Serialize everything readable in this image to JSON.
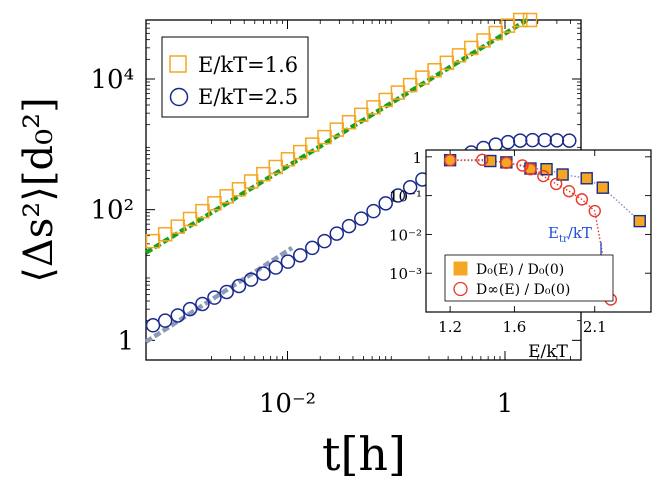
{
  "chart_data": [
    {
      "type": "scatter",
      "xlabel": "t[h]",
      "ylabel": "⟨Δs²⟩[d₀²]",
      "x_scale": "log",
      "y_scale": "log",
      "xlim": [
        0.0005,
        5
      ],
      "ylim": [
        0.5,
        80000
      ],
      "grid": false,
      "legend_position": "top-left",
      "x_ticks": [
        {
          "value": 0.01,
          "label": "10⁻²"
        },
        {
          "value": 1,
          "label": "1"
        }
      ],
      "y_ticks": [
        {
          "value": 1,
          "label": "1"
        },
        {
          "value": 100,
          "label": "10²"
        },
        {
          "value": 10000,
          "label": "10⁴"
        }
      ],
      "series": [
        {
          "name": "E/kT=1.6",
          "marker": "square-open",
          "color": "#f5a623",
          "x": [
            0.00058,
            0.00075,
            0.00098,
            0.00127,
            0.00165,
            0.00213,
            0.00276,
            0.00358,
            0.00463,
            0.006,
            0.0078,
            0.0101,
            0.0131,
            0.0169,
            0.0219,
            0.0284,
            0.0368,
            0.0477,
            0.0618,
            0.08,
            0.1037,
            0.1343,
            0.174,
            0.2254,
            0.292,
            0.378,
            0.49,
            0.635,
            0.822,
            1.065,
            1.38,
            1.7
          ],
          "y": [
            33,
            42,
            55,
            72,
            95,
            125,
            160,
            205,
            270,
            350,
            450,
            590,
            760,
            990,
            1290,
            1680,
            2180,
            2830,
            3680,
            4780,
            6200,
            8060,
            10500,
            13600,
            17700,
            23000,
            29900,
            38900,
            50500,
            65600,
            80000,
            80000
          ]
        },
        {
          "name": "E/kT=2.5",
          "marker": "circle-open",
          "color": "#1a2a8c",
          "x": [
            0.00058,
            0.00075,
            0.00098,
            0.00127,
            0.00165,
            0.00213,
            0.00276,
            0.00358,
            0.00463,
            0.006,
            0.0078,
            0.0101,
            0.0131,
            0.0169,
            0.0219,
            0.0284,
            0.0368,
            0.0477,
            0.0618,
            0.08,
            0.1037,
            0.1343,
            0.174,
            0.2254,
            0.292,
            0.378,
            0.49,
            0.635,
            0.822,
            1.065,
            1.38,
            1.79,
            2.32,
            3.0,
            3.9
          ],
          "y": [
            1.7,
            2.0,
            2.4,
            3.0,
            3.6,
            4.5,
            5.5,
            6.8,
            8.5,
            10.5,
            13,
            16,
            20,
            26,
            33,
            43,
            56,
            73,
            95,
            125,
            165,
            220,
            290,
            380,
            490,
            620,
            750,
            880,
            990,
            1080,
            1140,
            1160,
            1160,
            1150,
            1140
          ]
        },
        {
          "name": "",
          "type": "line",
          "style": "dashed",
          "color": "#1aa01a",
          "x": [
            0.0005,
            1.6
          ],
          "y": [
            22,
            80000
          ]
        },
        {
          "name": "",
          "type": "line",
          "style": "dashed",
          "color": "#8e9bb8",
          "x": [
            0.0005,
            0.011
          ],
          "y": [
            0.95,
            26
          ]
        }
      ]
    },
    {
      "type": "scatter",
      "xlabel": "E/kT",
      "ylabel": "",
      "y_scale": "log",
      "xlim": [
        1.05,
        2.45
      ],
      "ylim": [
        0.0001,
        1.5
      ],
      "grid": false,
      "legend_position": "bottom-left",
      "x_ticks": [
        {
          "value": 1.2,
          "label": "1.2"
        },
        {
          "value": 1.6,
          "label": "1.6"
        },
        {
          "value": 2.1,
          "label": "2.1"
        }
      ],
      "y_ticks": [
        {
          "value": 1,
          "label": "1"
        },
        {
          "value": 0.1,
          "label": "10⁻¹"
        },
        {
          "value": 0.01,
          "label": "10⁻²"
        },
        {
          "value": 0.001,
          "label": "10⁻³"
        }
      ],
      "series": [
        {
          "name": "D₀(E) / D₀(0)",
          "marker": "square-filled",
          "color": "#f5a623",
          "x": [
            1.2,
            1.45,
            1.55,
            1.7,
            1.8,
            1.9,
            2.05,
            2.15,
            2.38
          ],
          "y": [
            0.82,
            0.78,
            0.72,
            0.5,
            0.48,
            0.35,
            0.28,
            0.16,
            0.022
          ]
        },
        {
          "name": "D∞(E) / D₀(0)",
          "marker": "circle-open",
          "color": "#e8392a",
          "x": [
            1.2,
            1.4,
            1.55,
            1.65,
            1.7,
            1.78,
            1.86,
            1.94,
            2.02,
            2.1,
            2.2
          ],
          "y": [
            0.82,
            0.84,
            0.7,
            0.6,
            0.48,
            0.32,
            0.2,
            0.13,
            0.08,
            0.04,
            0.00021
          ]
        }
      ],
      "annotation": {
        "text": "E_tr/kT",
        "x": 2.1,
        "arrow_color": "#1f4fd8"
      }
    }
  ]
}
